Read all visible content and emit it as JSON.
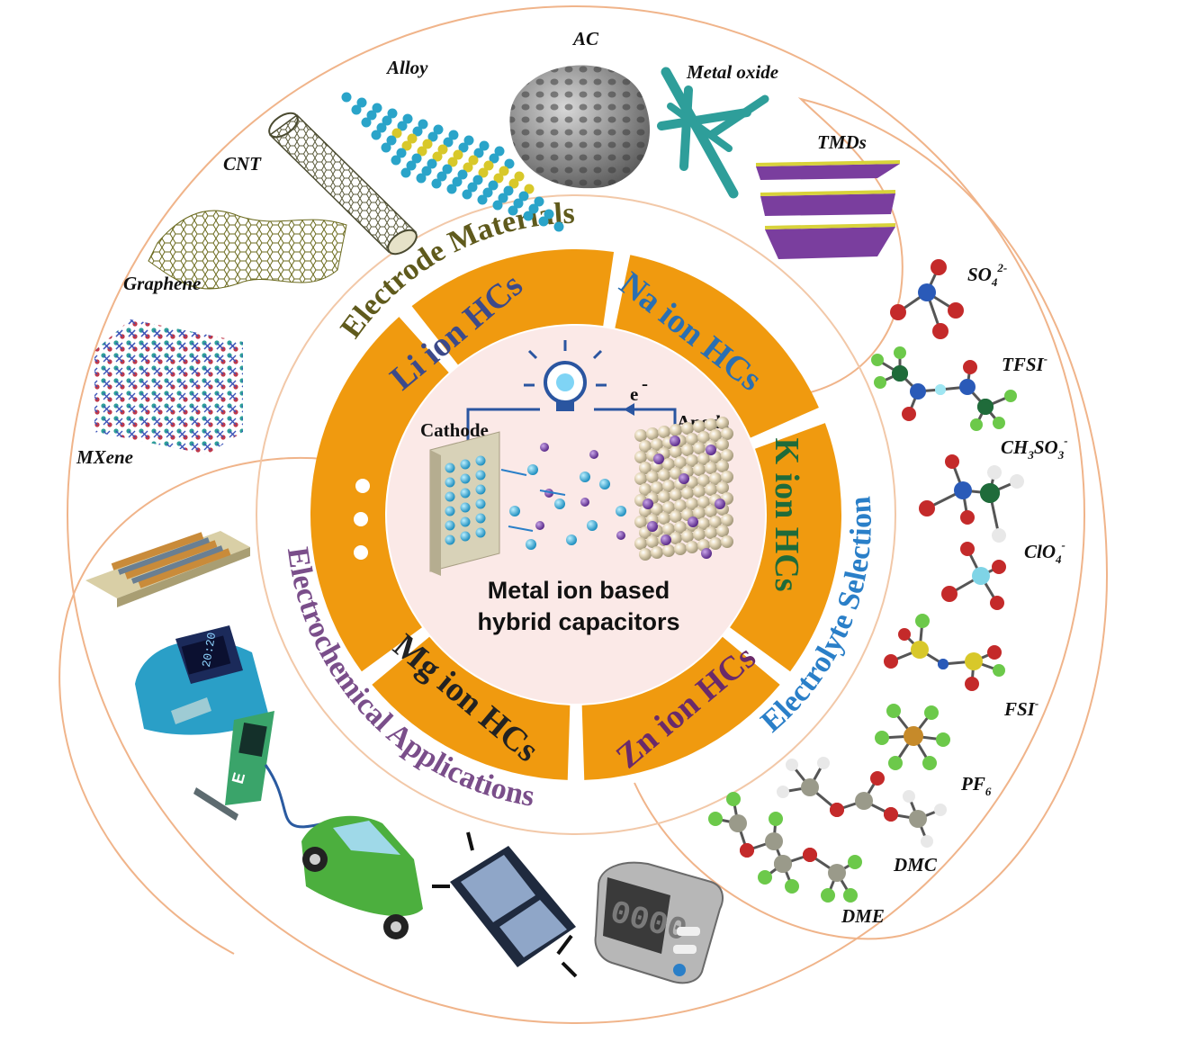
{
  "ring_labels": {
    "electrode": "Electrode Materials",
    "electrolyte": "Electrolyte Selection",
    "applications": "Electrochemical Applications"
  },
  "segments": {
    "li": "Li ion HCs",
    "na": "Na ion HCs",
    "k": "K ion HCs",
    "zn": "Zn ion HCs",
    "mg": "Mg ion HCs",
    "more": "..."
  },
  "center": {
    "title_line1": "Metal ion based",
    "title_line2": "hybrid capacitors",
    "cathode": "Cathode",
    "anode": "Anode",
    "electron": "e"
  },
  "materials": {
    "ac": "AC",
    "alloy": "Alloy",
    "metal_oxide": "Metal oxide",
    "tmds": "TMDs",
    "cnt": "CNT",
    "graphene": "Graphene",
    "mxene": "MXene"
  },
  "electrolytes": {
    "so4": "SO",
    "so4_sub": "4",
    "so4_sup": "2-",
    "tfsi": "TFSI",
    "tfsi_sup": "-",
    "ch3so3_a": "CH",
    "ch3so3_sub1": "3",
    "ch3so3_b": "SO",
    "ch3so3_sub2": "3",
    "ch3so3_sup": "-",
    "clo4": "ClO",
    "clo4_sub": "4",
    "clo4_sup": "-",
    "fsi": "FSI",
    "fsi_sup": "-",
    "pf6": "PF",
    "pf6_sub": "6",
    "dmc": "DMC",
    "dme": "DME"
  },
  "watch_time": "20:20",
  "charger_letter": "E",
  "colors": {
    "orange": "#f09a0f",
    "ring_line": "#f0b48a",
    "center_fill": "#fbe9e7",
    "electrode_label": "#5f5a1c",
    "electrolyte_label": "#2a7fc8",
    "applications_label": "#7a4e8a",
    "li_text": "#3c4a8a",
    "na_text": "#2a6fb2",
    "k_text": "#1f6b3a",
    "zn_text": "#6a2a6a",
    "mg_text": "#222222"
  }
}
